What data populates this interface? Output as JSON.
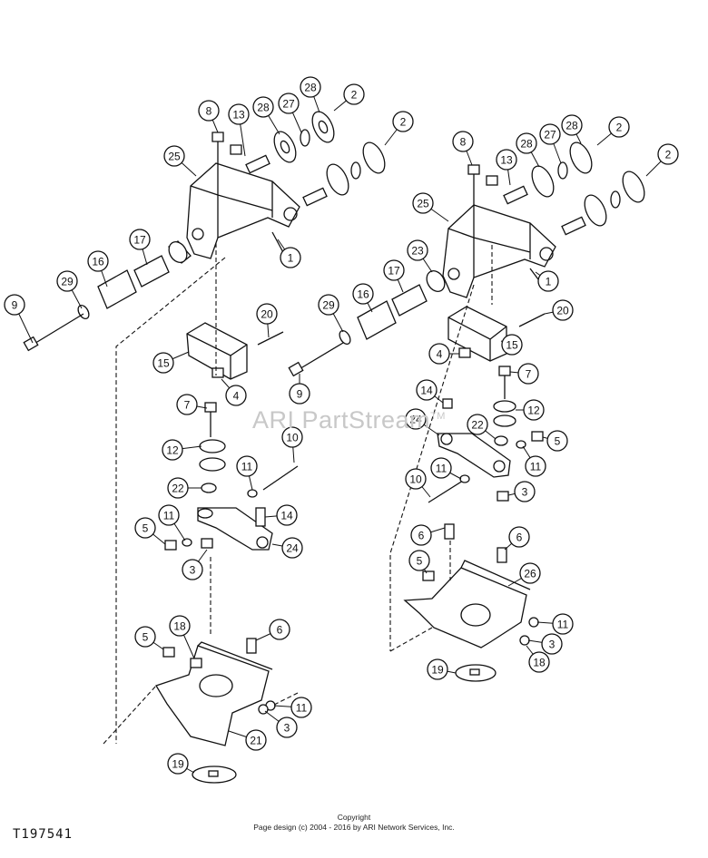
{
  "watermark": {
    "text": "ARI PartStream",
    "mark": "TM"
  },
  "copyright": {
    "line1": "Copyright",
    "line2": "Page design (c) 2004 - 2016 by ARI Network Services, Inc."
  },
  "figure_id": "T197541",
  "callout_labels": {
    "c_8a": "8",
    "c_13a": "13",
    "c_28a": "28",
    "c_27a": "27",
    "c_28a2": "28",
    "c_2a": "2",
    "c_2a2": "2",
    "c_25a": "25",
    "c_1a": "1",
    "c_17a": "17",
    "c_16a": "16",
    "c_29a": "29",
    "c_9a": "9",
    "c_20a": "20",
    "c_15a": "15",
    "c_4a": "4",
    "c_7a": "7",
    "c_12a": "12",
    "c_10a": "10",
    "c_11a": "11",
    "c_22a": "22",
    "c_14a": "14",
    "c_5a": "5",
    "c_11a2": "11",
    "c_3a": "3",
    "c_24a": "24",
    "c_5a2": "5",
    "c_18a": "18",
    "c_6a": "6",
    "c_11a3": "11",
    "c_3a2": "3",
    "c_21a": "21",
    "c_19a": "19",
    "c_8b": "8",
    "c_13b": "13",
    "c_28b": "28",
    "c_27b": "27",
    "c_28b2": "28",
    "c_2b": "2",
    "c_2b2": "2",
    "c_25b": "25",
    "c_1b": "1",
    "c_23b": "23",
    "c_17b": "17",
    "c_16b": "16",
    "c_29b": "29",
    "c_9b": "9",
    "c_20b": "20",
    "c_15b": "15",
    "c_4b": "4",
    "c_7b": "7",
    "c_14b": "14",
    "c_12b": "12",
    "c_24b": "24",
    "c_22b": "22",
    "c_5b": "5",
    "c_11b": "11",
    "c_10b": "10",
    "c_11b2": "11",
    "c_3b": "3",
    "c_6b": "6",
    "c_6b2": "6",
    "c_5b2": "5",
    "c_26b": "26",
    "c_11b3": "11",
    "c_3b2": "3",
    "c_19b": "19",
    "c_18b": "18"
  }
}
